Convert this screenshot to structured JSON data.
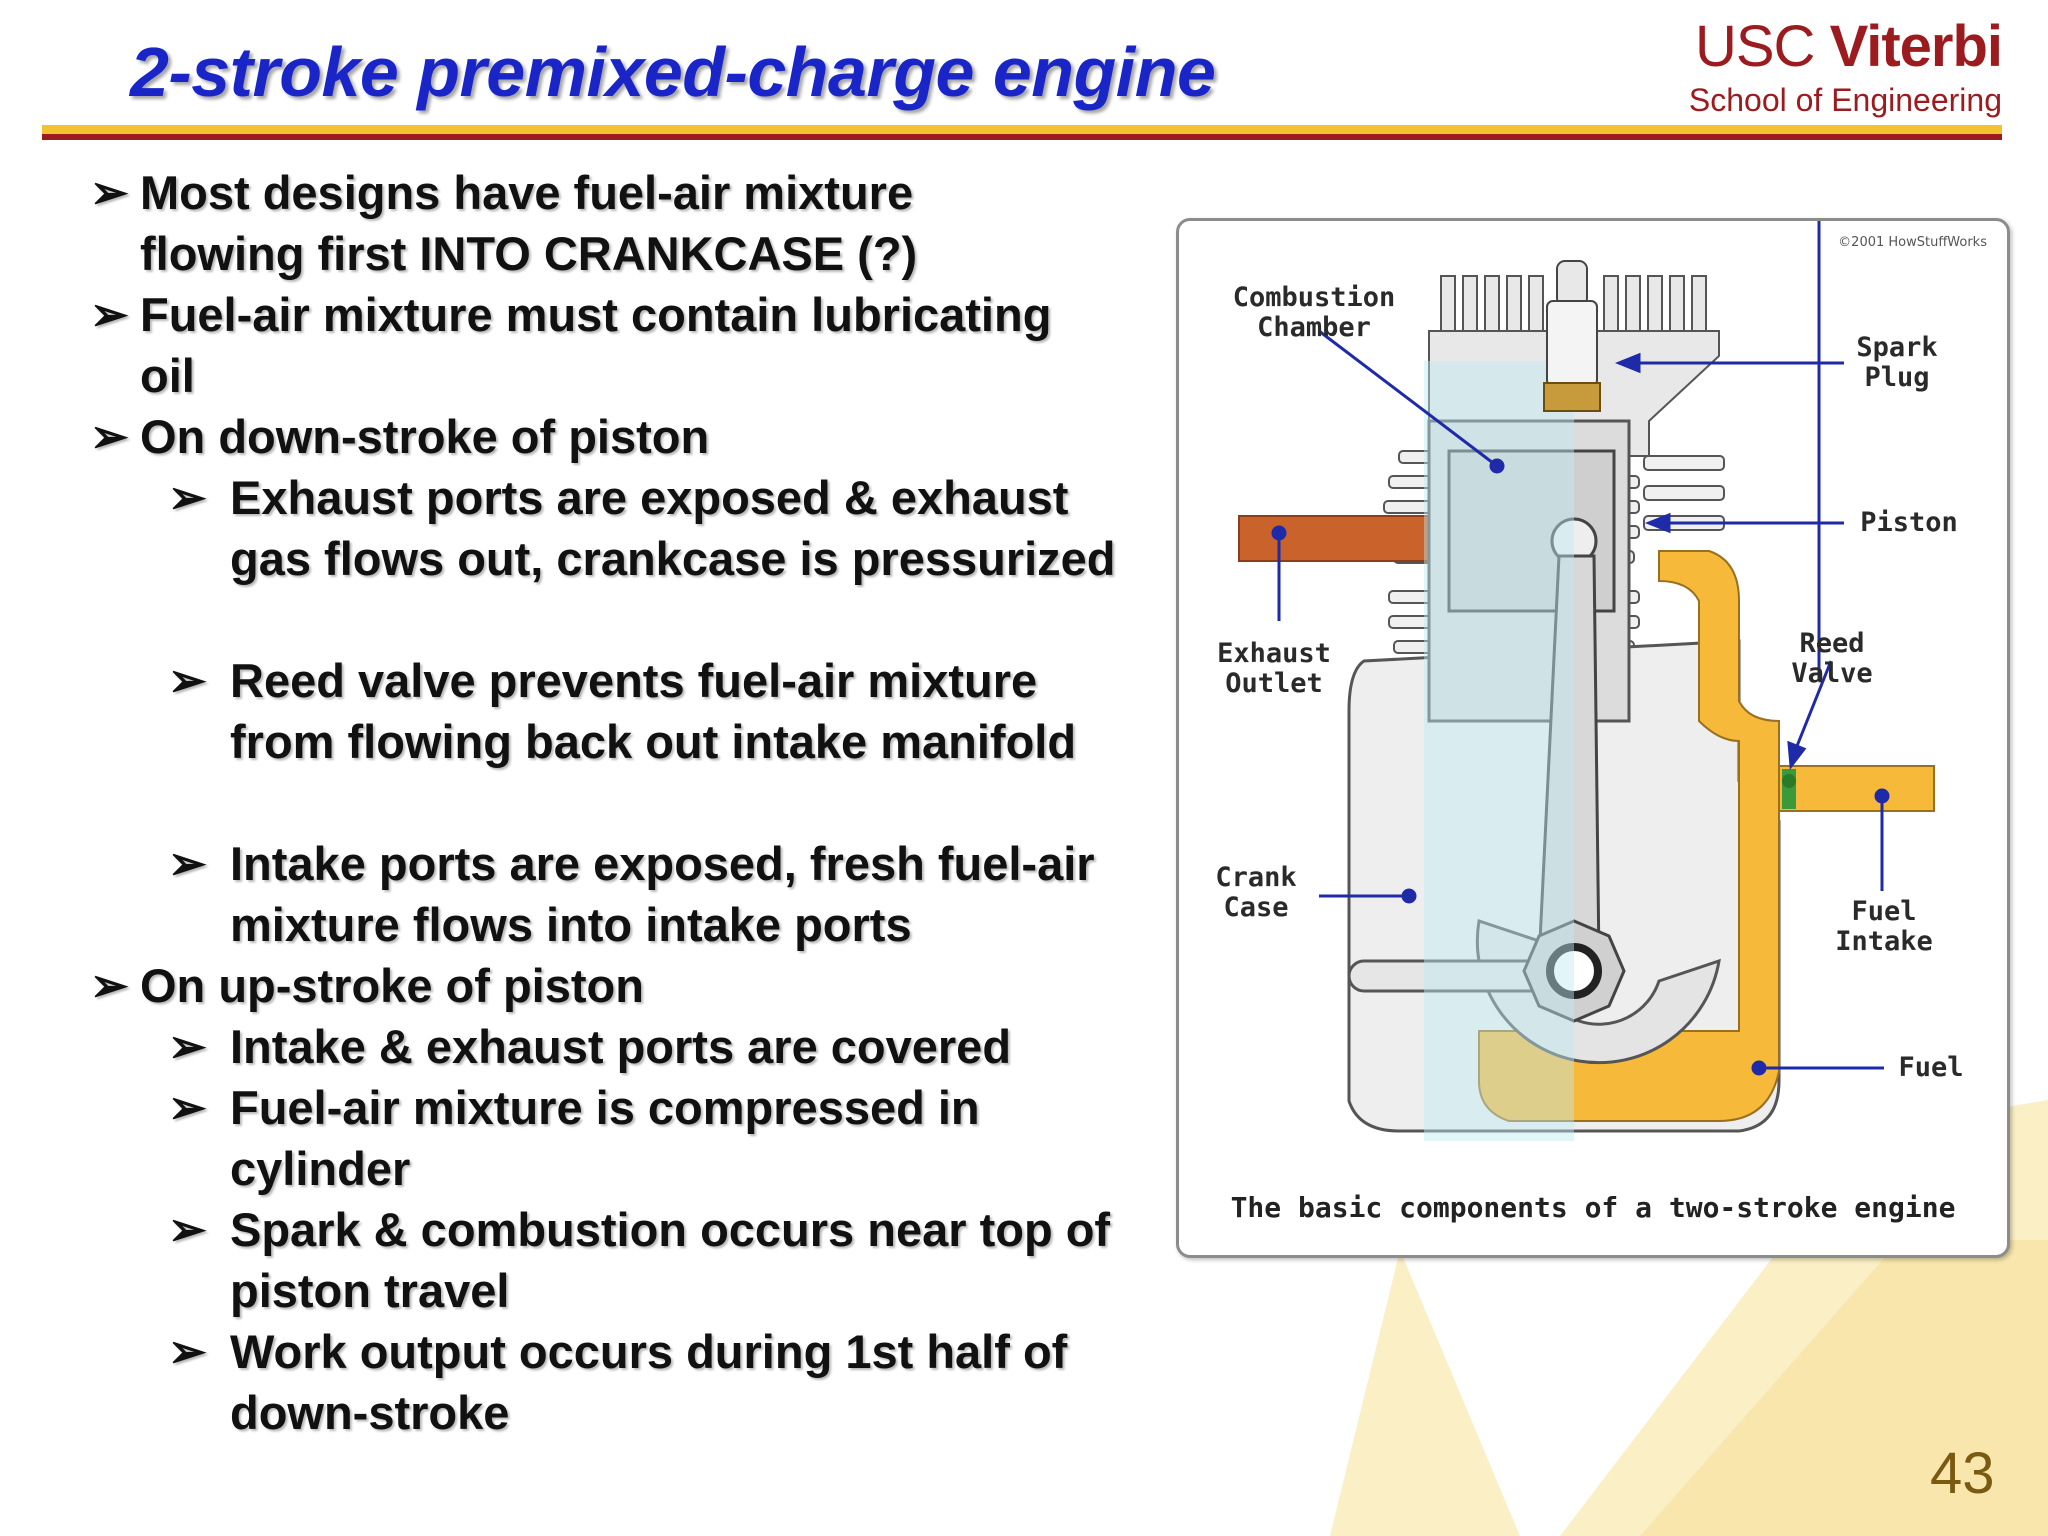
{
  "title": "2-stroke premixed-charge engine",
  "logo": {
    "usc": "USC",
    "viterbi": "Viterbi",
    "sub": "School of Engineering"
  },
  "bullets": [
    {
      "level": 1,
      "text": "Most designs have fuel-air mixture flowing first INTO CRANKCASE (?)"
    },
    {
      "level": 1,
      "text": "Fuel-air mixture must contain lubricating oil"
    },
    {
      "level": 1,
      "text": "On down-stroke of piston"
    },
    {
      "level": 2,
      "text": "Exhaust ports are exposed & exhaust gas flows out, crankcase is pressurized"
    },
    {
      "level": 2,
      "text": "Reed valve prevents fuel-air mixture from flowing back out intake manifold"
    },
    {
      "level": 2,
      "text": "Intake ports are exposed, fresh fuel-air mixture flows into intake ports"
    },
    {
      "level": 1,
      "text": "On up-stroke of piston"
    },
    {
      "level": 2,
      "text": "Intake & exhaust ports are covered"
    },
    {
      "level": 2,
      "text": "Fuel-air mixture is compressed in cylinder"
    },
    {
      "level": 2,
      "text": "Spark & combustion occurs near top of piston travel"
    },
    {
      "level": 2,
      "text": "Work output occurs during 1st half of down-stroke"
    }
  ],
  "bullet_glyph": "➢",
  "diagram": {
    "copyright": "©2001 HowStuffWorks",
    "labels": {
      "combustion_chamber": "Combustion\nChamber",
      "spark_plug": "Spark\nPlug",
      "piston": "Piston",
      "exhaust_outlet": "Exhaust\nOutlet",
      "reed_valve": "Reed\nValve",
      "crank_case": "Crank\nCase",
      "fuel_intake": "Fuel\nIntake",
      "fuel": "Fuel"
    },
    "caption": "The basic components of a two-stroke engine"
  },
  "page_number": "43",
  "colors": {
    "title": "#1a25c8",
    "usc_red": "#9b1b1e",
    "gold": "#f2c230",
    "fuel_yellow": "#f6b93a",
    "arrow_blue": "#1f2aa8",
    "exhaust_orange": "#c9622b"
  }
}
